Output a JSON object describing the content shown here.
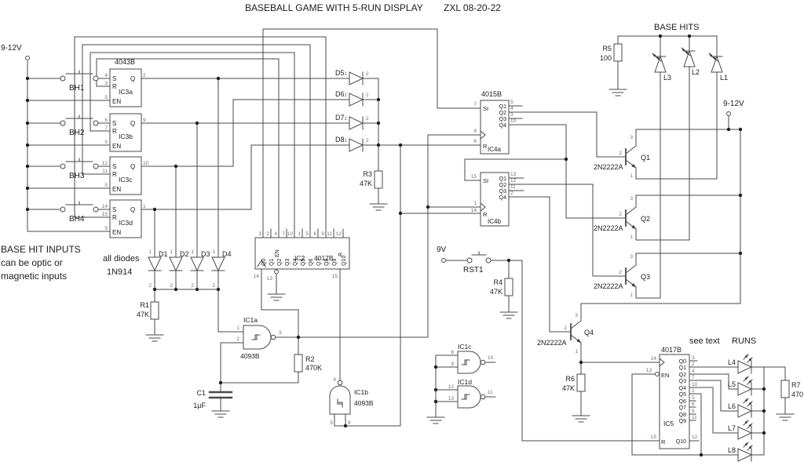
{
  "title": {
    "main": "BASEBALL GAME WITH 5-RUN DISPLAY",
    "rev": "ZXL 08-20-22"
  },
  "power": {
    "left": "9-12V",
    "mid": "9V",
    "right": "9-12V"
  },
  "notes": {
    "inputs1": "BASE HIT INPUTS",
    "inputs2": "can be optic or",
    "inputs3": "magnetic inputs",
    "diodes1": "all diodes",
    "diodes2": "1N914",
    "base_hits": "BASE HITS",
    "see_text": "see text",
    "runs": "RUNS"
  },
  "switches": {
    "bh1": "BH1",
    "bh2": "BH2",
    "bh3": "BH3",
    "bh4": "BH4",
    "rst1": "RST1"
  },
  "pin_labels": {
    "s": "S",
    "r": "R",
    "en": "EN",
    "q": "Q",
    "si": "SI"
  },
  "ic3": {
    "family": "4043B",
    "a": {
      "name": "IC3a",
      "pin_s": "4",
      "pin_r": "3",
      "pin_en": "5",
      "pin_q": "2"
    },
    "b": {
      "name": "IC3b",
      "pin_s": "6",
      "pin_r": "7",
      "pin_en": "5",
      "pin_q": "9"
    },
    "c": {
      "name": "IC3c",
      "pin_s": "12",
      "pin_r": "11",
      "pin_en": "5",
      "pin_q": "10"
    },
    "d": {
      "name": "IC3d",
      "pin_s": "14",
      "pin_r": "15",
      "pin_en": "5",
      "pin_q": "1"
    }
  },
  "ic2": {
    "name": "IC2",
    "family": "4017B",
    "outputs": [
      "Q0",
      "Q1",
      "Q2",
      "Q3",
      "Q4",
      "Q5",
      "Q6",
      "Q7",
      "Q8",
      "Q9"
    ],
    "output_pins": [
      "3",
      "2",
      "4",
      "7",
      "10",
      "1",
      "5",
      "6",
      "9",
      "11"
    ],
    "q10": "Q10",
    "pin_q10": "12",
    "pin_clk": "14",
    "pin_en": "13",
    "pin_r": "15",
    "en": "EN",
    "r": "R"
  },
  "ic4": {
    "family": "4015B",
    "a": {
      "name": "IC4a",
      "pin_si": "7",
      "pin_clk": "9",
      "pin_r": "6",
      "outputs": [
        "Q1",
        "Q2",
        "Q3",
        "Q4"
      ],
      "output_pins": [
        "5",
        "4",
        "3",
        "10"
      ]
    },
    "b": {
      "name": "IC4b",
      "pin_si": "15",
      "pin_clk": "1",
      "pin_r": "14",
      "outputs": [
        "Q1",
        "Q2",
        "Q3",
        "Q4"
      ],
      "output_pins": [
        "13",
        "12",
        "11",
        "2"
      ]
    }
  },
  "ic1": {
    "family": "4093B",
    "a": {
      "name": "IC1a",
      "pin_in1": "1",
      "pin_in2": "2",
      "pin_out": "3"
    },
    "b": {
      "name": "IC1b",
      "pin_out": "4",
      "pin_in1": "5",
      "pin_in2": "6"
    },
    "c": {
      "name": "IC1c",
      "pin_in1": "8",
      "pin_in2": "9",
      "pin_out": "10"
    },
    "d": {
      "name": "IC1d",
      "pin_in1": "12",
      "pin_in2": "13",
      "pin_out": "11"
    }
  },
  "ic5": {
    "name": "IC5",
    "family": "4017B",
    "outputs": [
      "Q0",
      "Q1",
      "Q2",
      "Q3",
      "Q4",
      "Q5",
      "Q6",
      "Q7",
      "Q8",
      "Q9"
    ],
    "output_pins": [
      "3",
      "2",
      "4",
      "7",
      "10",
      "1",
      "5",
      "6",
      "9",
      "11"
    ],
    "q10": "Q10",
    "pin_q10": "12",
    "pin_clk": "14",
    "pin_en": "13",
    "pin_r": "15",
    "en": "EN",
    "r": "R"
  },
  "resistors": {
    "r1": {
      "name": "R1",
      "value": "47K"
    },
    "r2": {
      "name": "R2",
      "value": "470K"
    },
    "r3": {
      "name": "R3",
      "value": "47K"
    },
    "r4": {
      "name": "R4",
      "value": "47K"
    },
    "r5": {
      "name": "R5",
      "value": "100"
    },
    "r6": {
      "name": "R6",
      "value": "47K"
    },
    "r7": {
      "name": "R7",
      "value": "470"
    }
  },
  "capacitors": {
    "c1": {
      "name": "C1",
      "value": "1µF"
    }
  },
  "diodes": {
    "d1": "D1",
    "d2": "D2",
    "d3": "D3",
    "d4": "D4",
    "d5": "D5",
    "d6": "D6",
    "d7": "D7",
    "d8": "D8",
    "pin_anode": "1",
    "pin_cathode": "2"
  },
  "transistors": {
    "part": "2N2222A",
    "q1": "Q1",
    "q2": "Q2",
    "q3": "Q3",
    "q4": "Q4",
    "pin_c": "3",
    "pin_b": "2",
    "pin_e": "1"
  },
  "leds": {
    "l1": "L1",
    "l2": "L2",
    "l3": "L3",
    "l4": "L4",
    "l5": "L5",
    "l6": "L6",
    "l7": "L7",
    "l8": "L8"
  },
  "colors": {
    "wire": "#4a4a4a",
    "text": "#1c1c1c",
    "pin_text": "#6f6f6f",
    "bg": "#ffffff"
  }
}
